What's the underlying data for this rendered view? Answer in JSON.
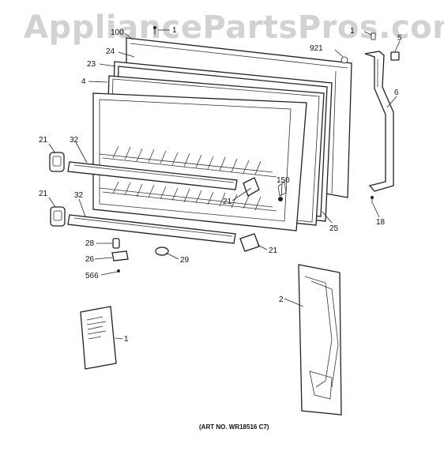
{
  "watermark": "AppliancePartsPros.com",
  "art_number": "(ART NO. WR18516 C7)",
  "callouts": {
    "c100": "100",
    "c1a": "1",
    "c1b": "1",
    "c1c": "1",
    "c5": "5",
    "c921": "921",
    "c24": "24",
    "c23": "23",
    "c4": "4",
    "c6": "6",
    "c21a": "21",
    "c32a": "32",
    "c21b": "21",
    "c32b": "32",
    "c150": "150",
    "c21c": "21",
    "c25": "25",
    "c18": "18",
    "c28": "28",
    "c26": "26",
    "c566": "566",
    "c29": "29",
    "c21d": "21",
    "c2": "2"
  }
}
